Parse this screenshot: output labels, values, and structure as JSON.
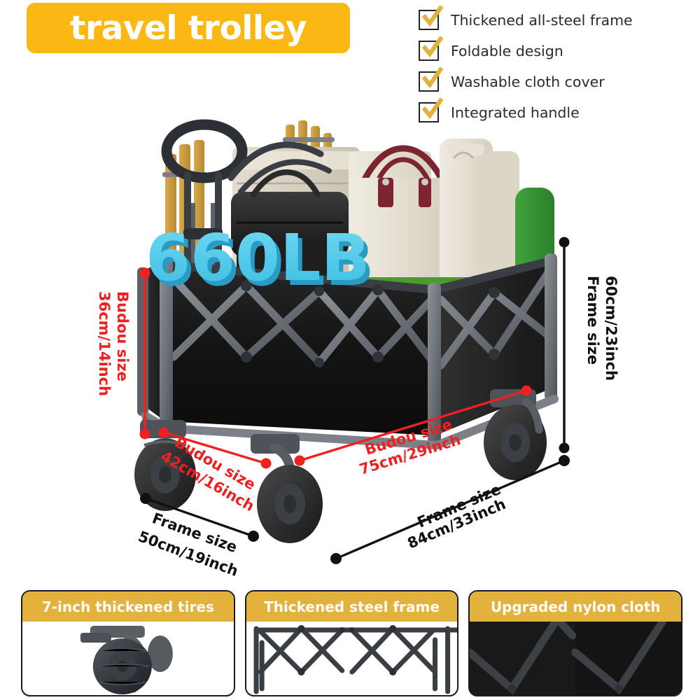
{
  "title_banner": {
    "text": "travel trolley",
    "bg_color": "#FBB814",
    "text_color": "#FFFFFF"
  },
  "features": {
    "check_color": "#E0B240",
    "box_color": "#232323",
    "items": [
      {
        "label": "Thickened all-steel frame"
      },
      {
        "label": "Foldable design"
      },
      {
        "label": "Washable cloth cover"
      },
      {
        "label": "Integrated handle"
      }
    ]
  },
  "product": {
    "capacity_badge": "660LB",
    "capacity_color": "#4EC9EA",
    "cart_fabric_color": "#1a1a1a",
    "frame_color": "#6a6e73"
  },
  "dimensions": {
    "red_color": "#F02020",
    "black_color": "#111111",
    "items": [
      {
        "name": "bucket-height",
        "title": "Budou size",
        "value": "36cm/14inch",
        "color": "red",
        "orientation": "vertical-left"
      },
      {
        "name": "bucket-width",
        "title": "Budou size",
        "value": "42cm/16inch",
        "color": "red",
        "orientation": "diagonal-left"
      },
      {
        "name": "bucket-length",
        "title": "Budou size",
        "value": "75cm/29inch",
        "color": "red",
        "orientation": "diagonal-front"
      },
      {
        "name": "frame-height",
        "title": "Frame size",
        "value": "60cm/23inch",
        "color": "black",
        "orientation": "vertical-right"
      },
      {
        "name": "frame-width",
        "title": "Frame size",
        "value": "50cm/19inch",
        "color": "black",
        "orientation": "diagonal-left"
      },
      {
        "name": "frame-length",
        "title": "Frame size",
        "value": "84cm/33inch",
        "color": "black",
        "orientation": "diagonal-front"
      }
    ],
    "bucket_height_title": "Budou size",
    "bucket_height_value": "36cm/14inch",
    "bucket_width_title": "Budou size",
    "bucket_width_value": "42cm/16inch",
    "bucket_length_title": "Budou size",
    "bucket_length_value": "75cm/29inch",
    "frame_height_title": "Frame size",
    "frame_height_value": "60cm/23inch",
    "frame_width_title": "Frame size",
    "frame_width_value": "50cm/19inch",
    "frame_length_title": "Frame size",
    "frame_length_value": "84cm/33inch"
  },
  "panels": {
    "header_bg": "#E3B23C",
    "header_text_color": "#FFFDF5",
    "items": [
      {
        "label": "7-inch thickened tires"
      },
      {
        "label": "Thickened steel frame"
      },
      {
        "label": "Upgraded nylon cloth"
      }
    ]
  }
}
